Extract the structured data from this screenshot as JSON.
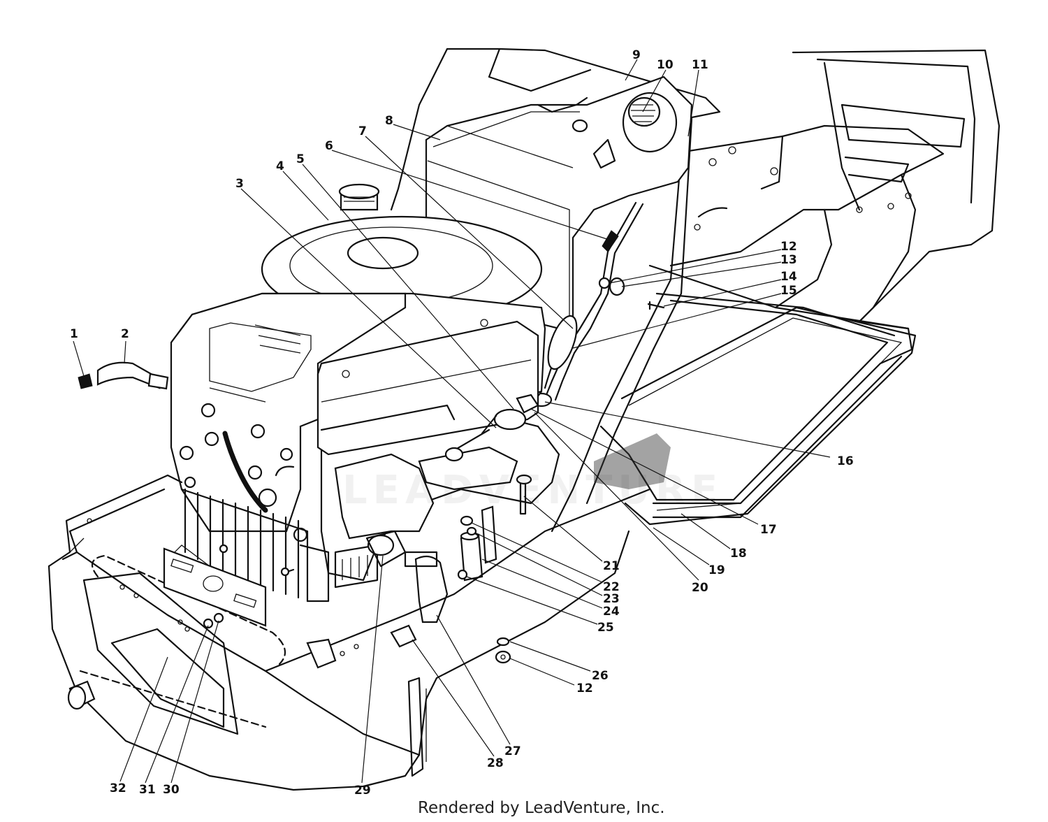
{
  "diagram": {
    "callouts": [
      {
        "id": "c1",
        "label": "1"
      },
      {
        "id": "c2",
        "label": "2"
      },
      {
        "id": "c3",
        "label": "3"
      },
      {
        "id": "c4",
        "label": "4"
      },
      {
        "id": "c5",
        "label": "5"
      },
      {
        "id": "c6",
        "label": "6"
      },
      {
        "id": "c7",
        "label": "7"
      },
      {
        "id": "c8",
        "label": "8"
      },
      {
        "id": "c9",
        "label": "9"
      },
      {
        "id": "c10",
        "label": "10"
      },
      {
        "id": "c11",
        "label": "11"
      },
      {
        "id": "c12a",
        "label": "12"
      },
      {
        "id": "c13",
        "label": "13"
      },
      {
        "id": "c14",
        "label": "14"
      },
      {
        "id": "c15",
        "label": "15"
      },
      {
        "id": "c16",
        "label": "16"
      },
      {
        "id": "c17",
        "label": "17"
      },
      {
        "id": "c18",
        "label": "18"
      },
      {
        "id": "c19",
        "label": "19"
      },
      {
        "id": "c20",
        "label": "20"
      },
      {
        "id": "c21",
        "label": "21"
      },
      {
        "id": "c22",
        "label": "22"
      },
      {
        "id": "c23",
        "label": "23"
      },
      {
        "id": "c24",
        "label": "24"
      },
      {
        "id": "c25",
        "label": "25"
      },
      {
        "id": "c26",
        "label": "26"
      },
      {
        "id": "c12b",
        "label": "12"
      },
      {
        "id": "c27",
        "label": "27"
      },
      {
        "id": "c28",
        "label": "28"
      },
      {
        "id": "c29",
        "label": "29"
      },
      {
        "id": "c30",
        "label": "30"
      },
      {
        "id": "c31",
        "label": "31"
      },
      {
        "id": "c32",
        "label": "32"
      }
    ],
    "watermark": "LEADVENTURE",
    "footer": "Rendered by LeadVenture, Inc."
  }
}
